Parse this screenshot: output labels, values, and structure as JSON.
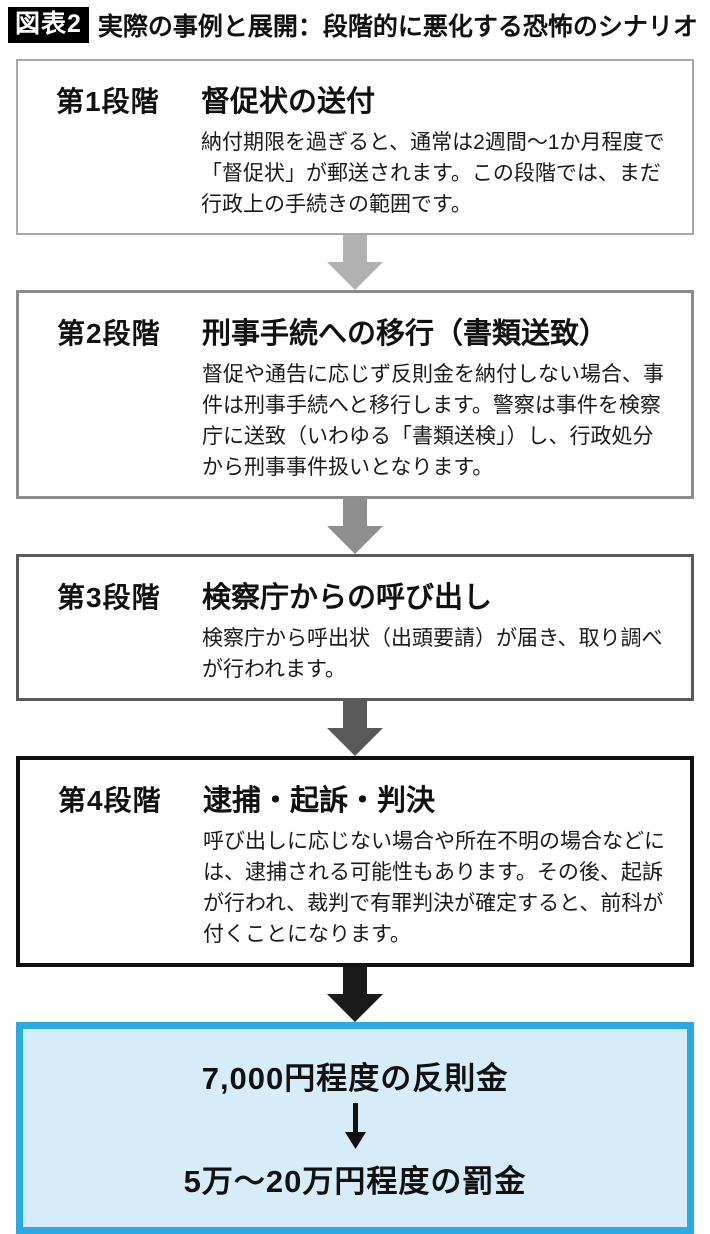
{
  "title": {
    "badge": "図表2",
    "text": "実際の事例と展開：段階的に悪化する恐怖のシナリオ",
    "badge_bg": "#000000",
    "badge_color": "#ffffff"
  },
  "stages": [
    {
      "label": "第1段階",
      "heading": "督促状の送付",
      "body": "納付期限を過ぎると、通常は2週間〜1か月程度で「督促状」が郵送されます。この段階では、まだ行政上の手続きの範囲です。",
      "box_border_color": "#a8a8a8",
      "box_border_width": 2,
      "arrow_color": "#b2b2b2"
    },
    {
      "label": "第2段階",
      "heading": "刑事手続への移行（書類送致）",
      "body": "督促や通告に応じず反則金を納付しない場合、事件は刑事手続へと移行します。警察は事件を検察庁に送致（いわゆる「書類送検」）し、行政処分から刑事事件扱いとなります。",
      "box_border_color": "#8c8c8c",
      "box_border_width": 3,
      "arrow_color": "#8e8e8e"
    },
    {
      "label": "第3段階",
      "heading": "検察庁からの呼び出し",
      "body": "検察庁から呼出状（出頭要請）が届き、取り調べが行われます。",
      "box_border_color": "#595959",
      "box_border_width": 3,
      "arrow_color": "#595959"
    },
    {
      "label": "第4段階",
      "heading": "逮捕・起訴・判決",
      "body": "呼び出しに応じない場合や所在不明の場合などには、逮捕される可能性もあります。その後、起訴が行われ、裁判で有罪判決が確定すると、前科が付くことになります。",
      "box_border_color": "#111111",
      "box_border_width": 4,
      "arrow_color": "#1a1a1a"
    }
  ],
  "result": {
    "line1": "7,000円程度の反則金",
    "line2": "5万〜20万円程度の罰金",
    "arrow_color": "#111111",
    "border_color": "#29abe2",
    "background_color": "#d6edf9"
  }
}
